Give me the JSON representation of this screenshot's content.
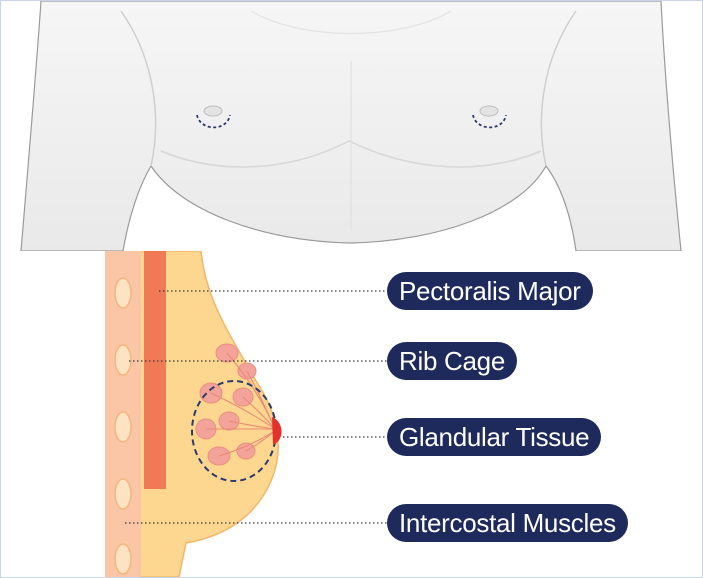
{
  "labels": {
    "pectoralis": "Pectoralis Major",
    "rib_cage": "Rib Cage",
    "glandular": "Glandular Tissue",
    "intercostal": "Intercostal Muscles"
  },
  "colors": {
    "background": "#ffffff",
    "skin": "#f0f0f0",
    "label_fill": "#1f2a5c",
    "label_text": "#ffffff",
    "incision_line": "#2b3a70",
    "muscle": "#f07a55",
    "chest_wall": "#fbc6a6",
    "fat": "#fdd78f",
    "gland": "#f4a39a",
    "nipple": "#e5312b"
  }
}
